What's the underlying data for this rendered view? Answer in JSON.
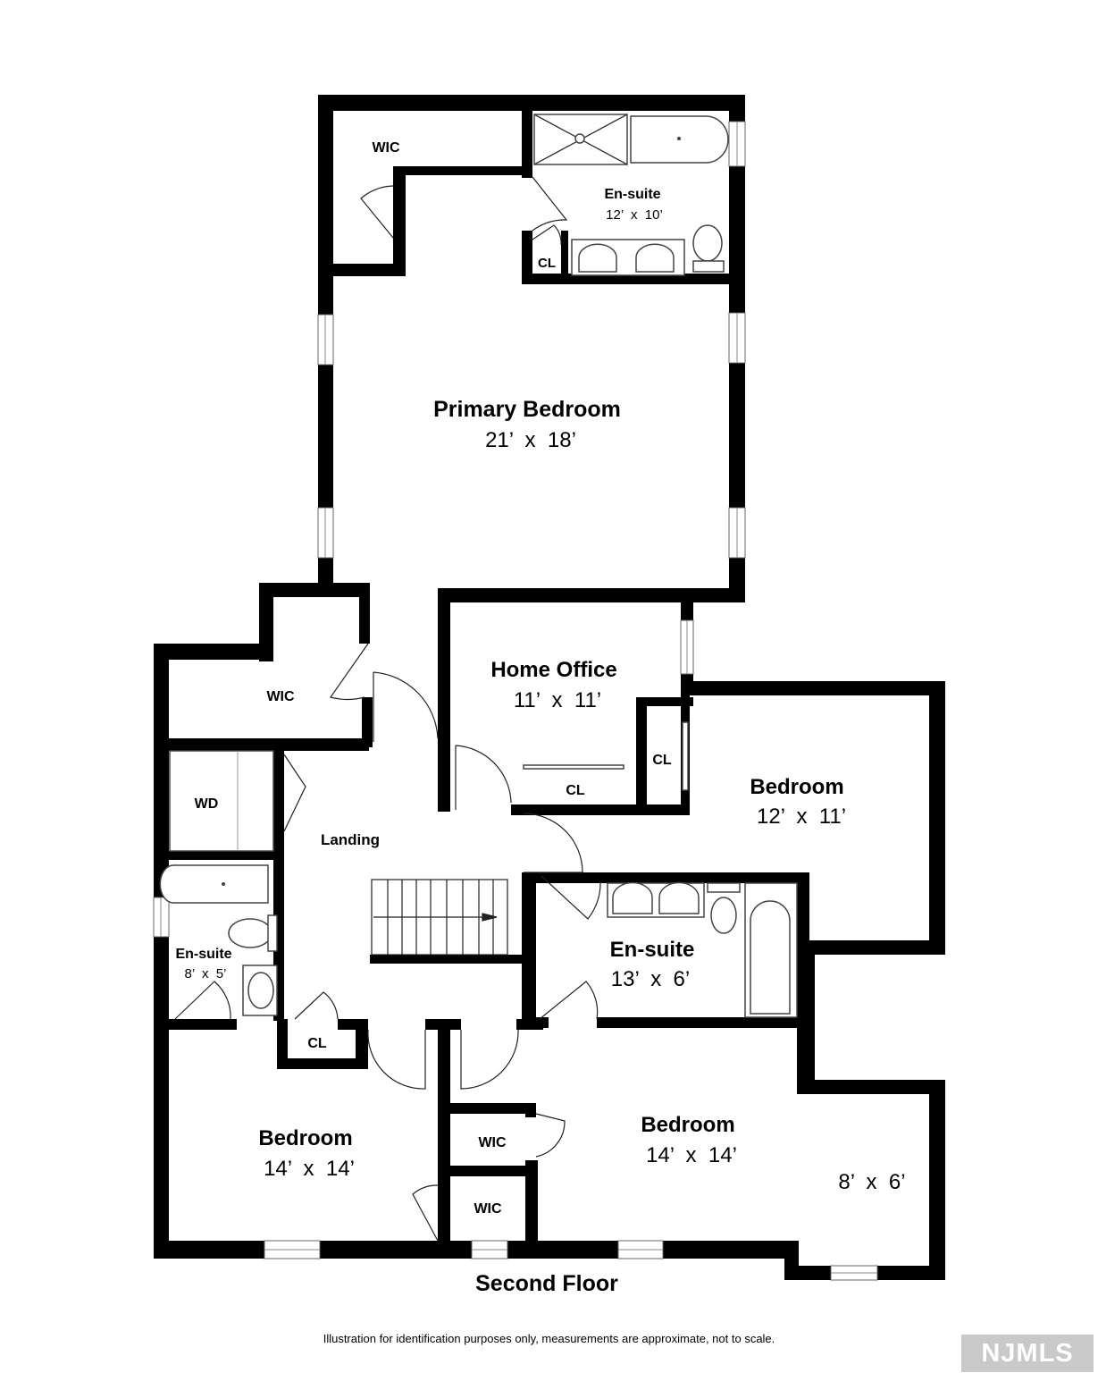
{
  "plan_title": "Second Floor",
  "disclaimer": "Illustration for identification purposes only, measurements are approximate, not to scale.",
  "logo": "NJMLS",
  "rooms": {
    "wic_top": "WIC",
    "ensuite_primary": {
      "name": "En-suite",
      "size": "12’  x  10’"
    },
    "cl_primary_bath": "CL",
    "primary_bedroom": {
      "name": "Primary Bedroom",
      "size": "21’  x  18’"
    },
    "home_office": {
      "name": "Home Office",
      "size": "11’  x  11’"
    },
    "wic_left": "WIC",
    "cl_office_right": "CL",
    "cl_office_bottom": "CL",
    "bedroom_east": {
      "name": "Bedroom",
      "size": "12’  x  11’"
    },
    "wd": "WD",
    "landing": "Landing",
    "ensuite_small": {
      "name": "En-suite",
      "size": "8’  x  5’"
    },
    "ensuite_mid": {
      "name": "En-suite",
      "size": "13’  x  6’"
    },
    "cl_landing": "CL",
    "bedroom_sw": {
      "name": "Bedroom",
      "size": "14’  x  14’"
    },
    "wic_mid_upper": "WIC",
    "wic_mid_lower": "WIC",
    "bedroom_se": {
      "name": "Bedroom",
      "size": "14’  x  14’"
    },
    "alcove_size": "8’  x  6’"
  }
}
